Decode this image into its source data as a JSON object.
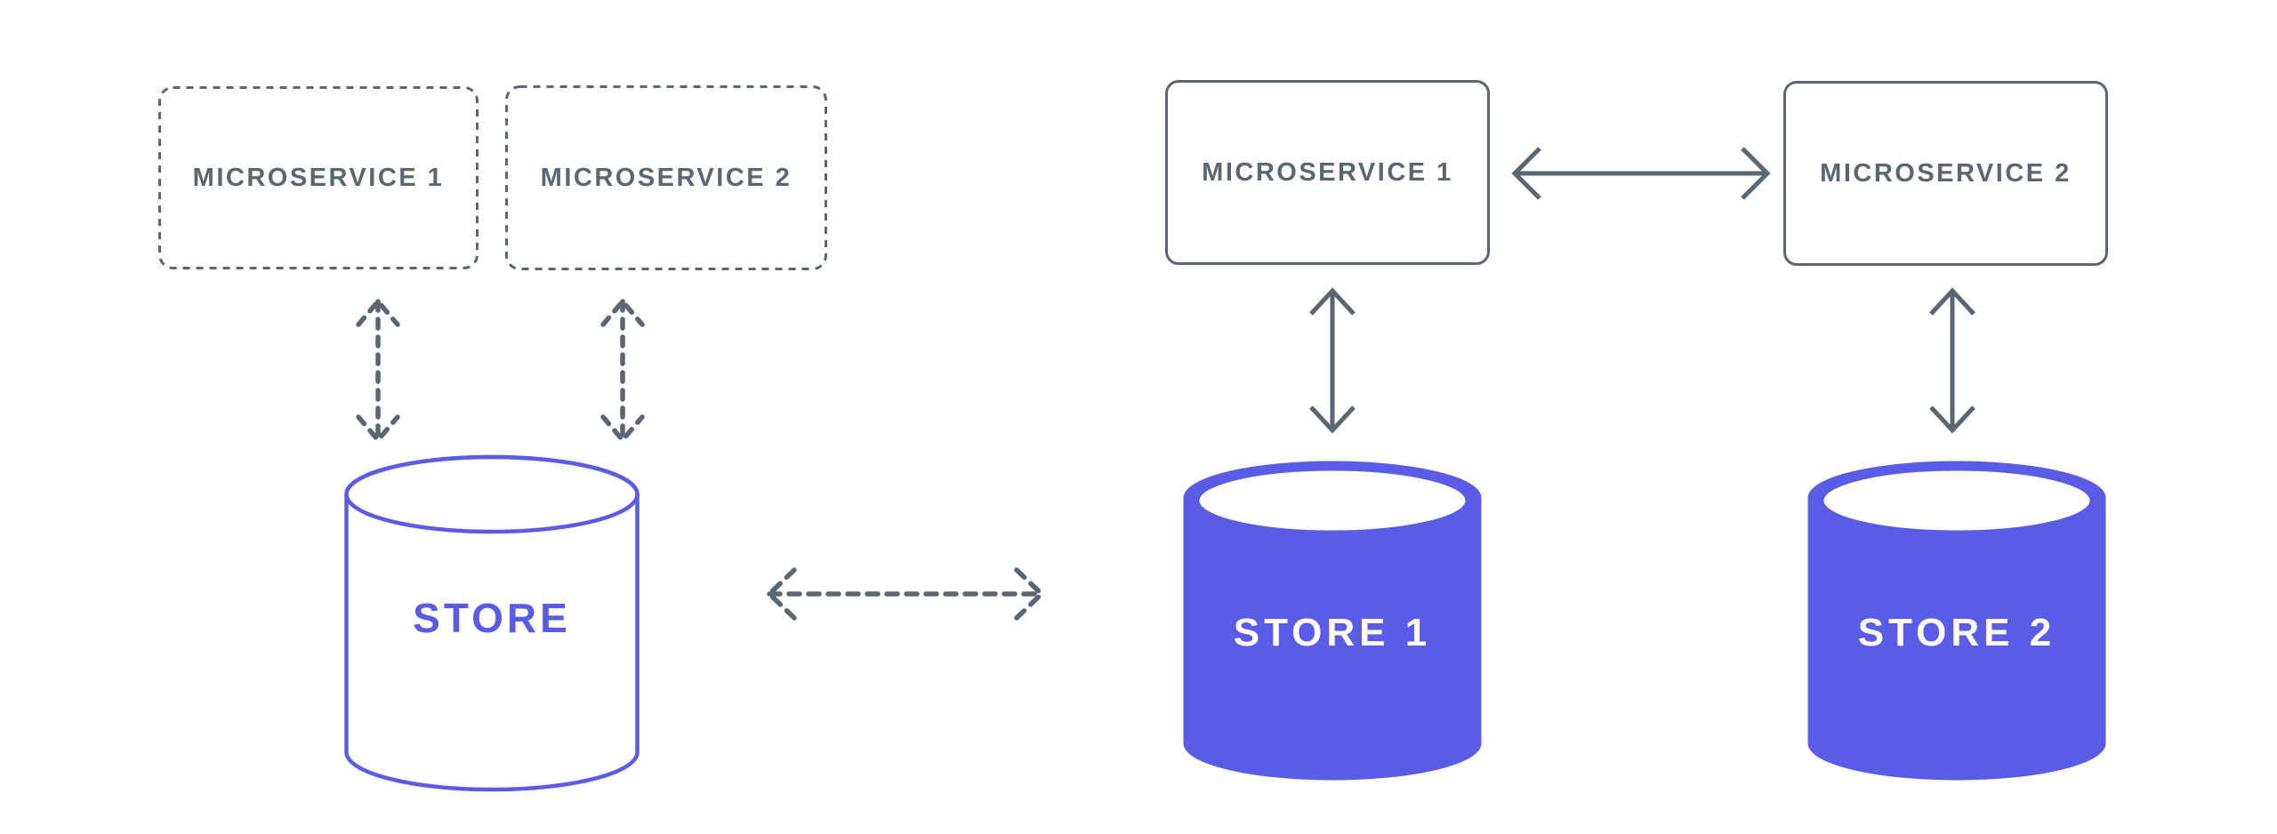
{
  "palette": {
    "accent": "#5B5CE6",
    "slate": "#5C6670",
    "background": "#FFFFFF"
  },
  "shared_store_group": {
    "services": [
      {
        "label": "MICROSERVICE 1"
      },
      {
        "label": "MICROSERVICE 2"
      }
    ],
    "store": {
      "label": "STORE"
    },
    "connections": [
      {
        "from": "MICROSERVICE 1",
        "to": "STORE",
        "style": "dashed",
        "bidirectional": true
      },
      {
        "from": "MICROSERVICE 2",
        "to": "STORE",
        "style": "dashed",
        "bidirectional": true
      }
    ]
  },
  "group_divider": {
    "style": "dashed",
    "bidirectional": true
  },
  "store_per_service_group": {
    "services": [
      {
        "label": "MICROSERVICE 1"
      },
      {
        "label": "MICROSERVICE 2"
      }
    ],
    "stores": [
      {
        "label": "STORE 1"
      },
      {
        "label": "STORE 2"
      }
    ],
    "connections": [
      {
        "from": "MICROSERVICE 1",
        "to": "MICROSERVICE 2",
        "style": "solid",
        "bidirectional": true
      },
      {
        "from": "MICROSERVICE 1",
        "to": "STORE 1",
        "style": "solid",
        "bidirectional": true
      },
      {
        "from": "MICROSERVICE 2",
        "to": "STORE 2",
        "style": "solid",
        "bidirectional": true
      }
    ]
  }
}
